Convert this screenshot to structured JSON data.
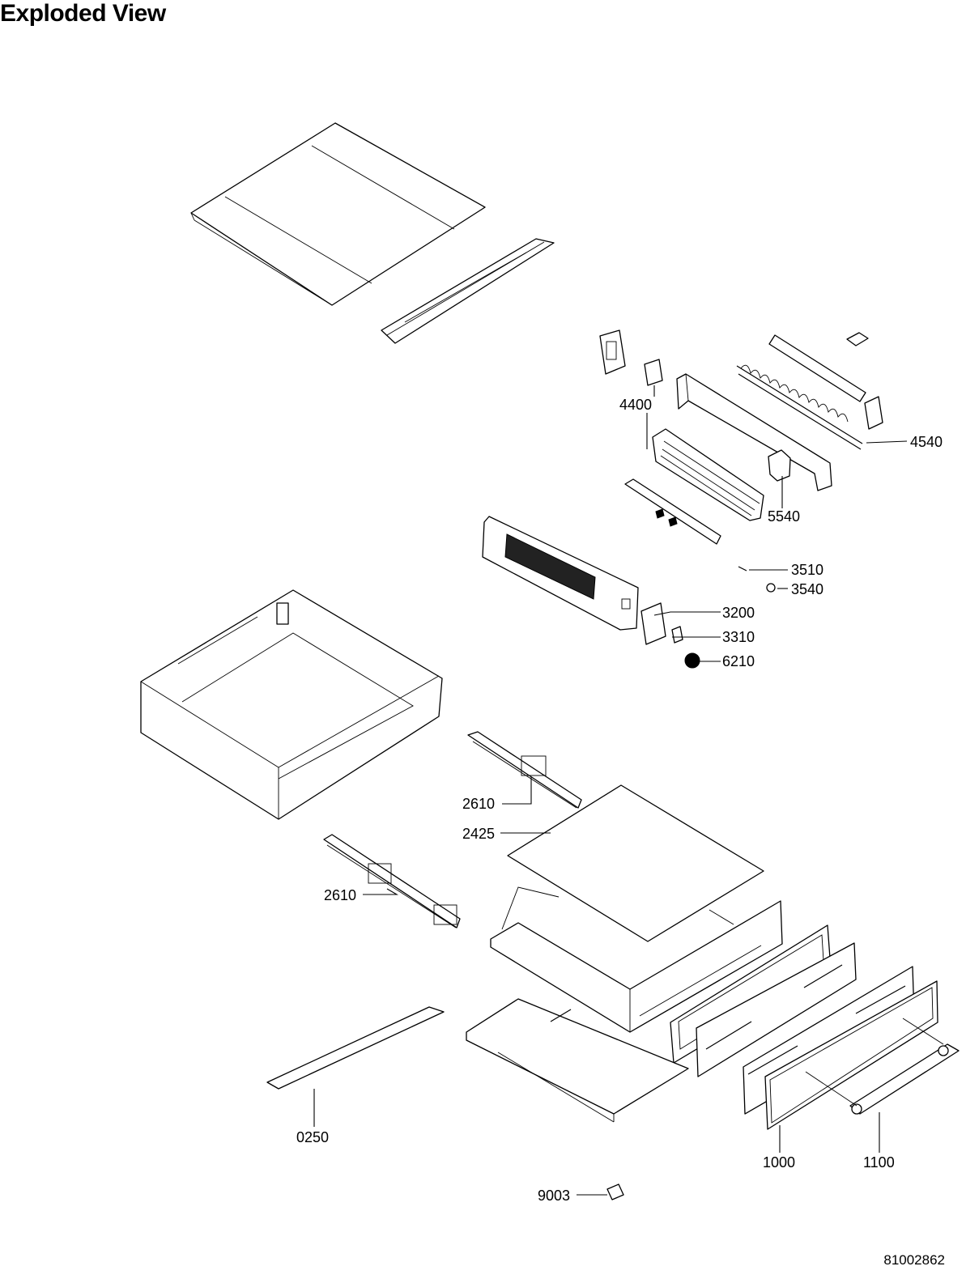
{
  "title": "Exploded View",
  "document_number": "81002862",
  "callouts": {
    "c4400": "4400",
    "c4540": "4540",
    "c5540": "5540",
    "c3510": "3510",
    "c3540": "3540",
    "c3200": "3200",
    "c3310": "3310",
    "c6210": "6210",
    "c2610a": "2610",
    "c2425": "2425",
    "c2610b": "2610",
    "c0250": "0250",
    "c9003": "9003",
    "c1000": "1000",
    "c1100": "1100"
  }
}
